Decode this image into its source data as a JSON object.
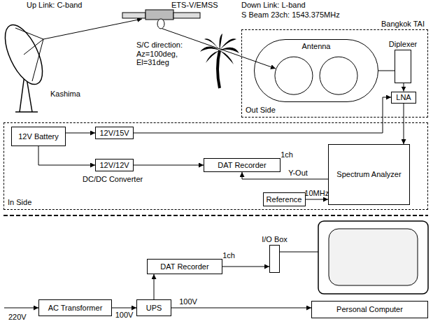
{
  "diagram": {
    "nodes": [
      {
        "text": [
          "Bangkok TAI",
          "Out Side"
        ]
      },
      {
        "text": [
          "Antenna"
        ],
        "in": 0
      },
      {
        "text": [
          "Diplexer"
        ],
        "in": 0
      },
      {
        "text": [
          "LNA"
        ],
        "in": 0
      },
      {
        "text": [
          "In Side"
        ]
      },
      {
        "text": [
          "12V Battery"
        ],
        "in": 4
      },
      {
        "text": [
          "12V/15V"
        ],
        "in": 4
      },
      {
        "text": [
          "12V/12V"
        ],
        "in": 4
      },
      {
        "text": [
          "DAT Recorder",
          "1ch"
        ],
        "in": 4
      },
      {
        "text": [
          "Spectrum Analyzer"
        ],
        "in": 4
      },
      {
        "text": [
          "Reference"
        ],
        "in": 4
      },
      {
        "text": [
          "DAT Recorder",
          "1ch"
        ]
      },
      {
        "text": [
          "I/O Box"
        ]
      },
      {
        "text": [
          "AC Transformer"
        ]
      },
      {
        "text": [
          "UPS"
        ]
      },
      {
        "text": [
          "Personal Computer"
        ]
      }
    ],
    "edges": [
      {
        "from": 1,
        "to": 2,
        "arrow": "none"
      },
      {
        "from": 2,
        "to": 3,
        "arrow": "to"
      },
      {
        "from": 3,
        "to": 9,
        "arrow": "to"
      },
      {
        "from": 5,
        "to": 6,
        "arrow": "to"
      },
      {
        "from": 5,
        "to": 7,
        "arrow": "to"
      },
      {
        "from": 6,
        "to": 3,
        "arrow": "to"
      },
      {
        "from": 7,
        "to": 8,
        "arrow": "to"
      },
      {
        "from": 9,
        "to": 8,
        "label": "Y-Out",
        "arrow": "to"
      },
      {
        "from": 10,
        "to": 9,
        "label": "10MHz",
        "arrow": "to"
      },
      {
        "from": 11,
        "to": 12,
        "arrow": "to"
      },
      {
        "from": 13,
        "to": 14,
        "label": "100V",
        "arrow": "to"
      },
      {
        "from": 14,
        "to": 11,
        "arrow": "to"
      },
      {
        "from": 14,
        "to": 15,
        "label": "100V",
        "arrow": "to"
      }
    ],
    "labels": [
      "Up Link: C-band",
      "ETS-V/EMSS",
      "Down Link: L-band",
      "S Beam 23ch: 1543.375MHz",
      "S/C direction: Az=100deg, El=31deg",
      "Kashima",
      "DC/DC Converter",
      "220V"
    ]
  }
}
